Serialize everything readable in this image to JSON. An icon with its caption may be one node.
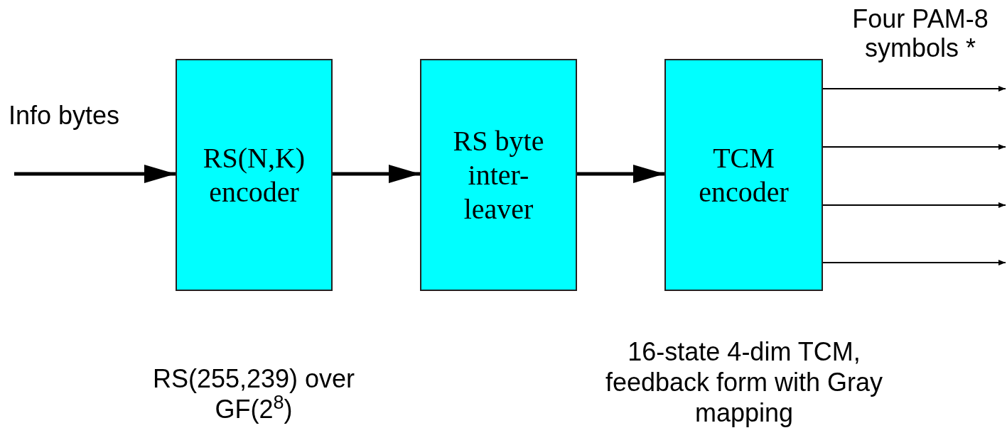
{
  "diagram": {
    "nodes": [
      {
        "text": [
          "RS(N,K) encoder"
        ],
        "beside": [
          "RS(255,239) over GF(2$^{8}$)"
        ]
      },
      {
        "text": [
          "RS byte inter- leaver"
        ]
      },
      {
        "text": [
          "TCM encoder"
        ],
        "beside": [
          "16-state 4-dim TCM, feedback form with Gray mapping"
        ]
      }
    ],
    "edges": [
      {
        "from": null,
        "to": 0,
        "arrow": "to",
        "label": "Info bytes",
        "style": "thick"
      },
      {
        "from": 0,
        "to": 1,
        "arrow": "to",
        "style": "thick"
      },
      {
        "from": 1,
        "to": 2,
        "arrow": "to",
        "style": "thick"
      },
      {
        "from": 2,
        "to": null,
        "arrow": "to"
      },
      {
        "from": 2,
        "to": null,
        "arrow": "to"
      },
      {
        "from": 2,
        "to": null,
        "arrow": "to"
      },
      {
        "from": 2,
        "to": null,
        "arrow": "to"
      }
    ],
    "labels": [
      "Four PAM-8 symbols *"
    ]
  }
}
